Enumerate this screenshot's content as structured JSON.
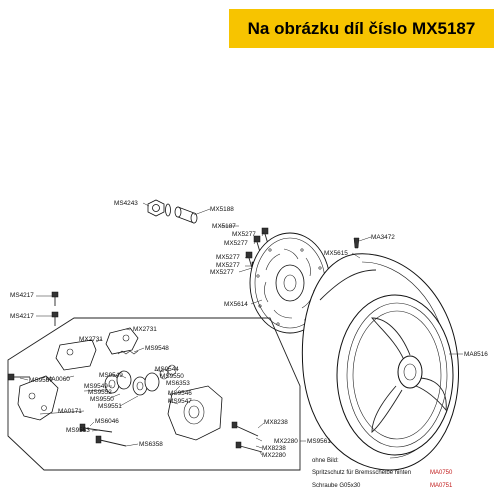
{
  "banner": {
    "text": "Na obrázku díl číslo MX5187",
    "color": "#f7c400"
  },
  "accent_color": "#c01818",
  "labels": {
    "ms4243": "MS4243",
    "mx5188": "MX5188",
    "mx5187": "MX5187",
    "mx5277_a": "MX5277",
    "mx5277_b": "MX5277",
    "mx5277_c": "MX5277",
    "mx5277_d": "MX5277",
    "ma3472": "MA3472",
    "mx5615": "MX5615",
    "ms4217_a": "MS4217",
    "ms4217_b": "MS4217",
    "mx5614": "MX5614",
    "ma8516": "MA8516",
    "mx2731_a": "MX2731",
    "mx2731_b": "MX2731",
    "ms9548": "MS9548",
    "ms9557": "MS9557",
    "ma0060": "MA0060",
    "ms9549_a": "MS9549",
    "ms9544": "MS9544",
    "ms9550_a": "MS9550",
    "ms6353": "MS6353",
    "ms9552": "MS9552",
    "ms9549_b": "MS9549",
    "ms9550_b": "MS9550",
    "ms9551": "MS9551",
    "ma0171": "MA0171",
    "ms9546": "MS9546",
    "ms9547": "MS9547",
    "ms6046": "MS6046",
    "mx8238_a": "MX8238",
    "ms9553": "MS9553",
    "mx2280_a": "MX2280",
    "ms9561": "MS9561",
    "ms6358": "MS6358",
    "mx8238_b": "MX8238",
    "mx2280_b": "MX2280"
  },
  "notes": {
    "heading": "ohne Bild:",
    "item1_text": "Spritzschutz für Bremsscheibe hinten",
    "item1_code": "MA0750",
    "item2_text": "Schraube G05x30",
    "item2_code": "MA0751"
  }
}
